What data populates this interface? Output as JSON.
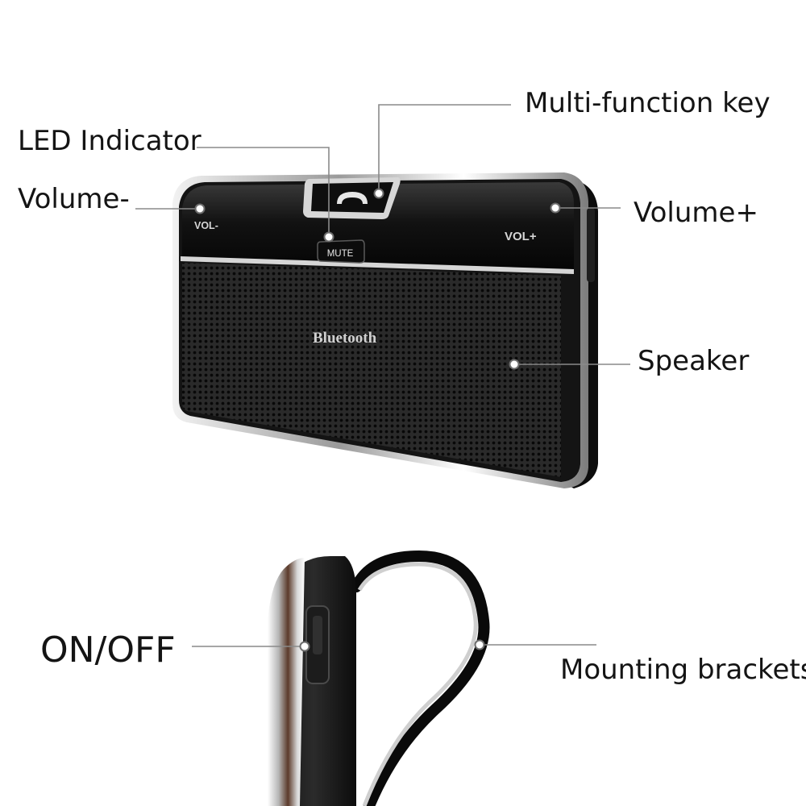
{
  "device": {
    "brand_label": "Bluetooth",
    "button_labels": {
      "vol_down": "VOL-",
      "vol_up": "VOL+",
      "mute": "MUTE"
    }
  },
  "callouts": {
    "multi_function_key": "Multi-function key",
    "led_indicator": "LED Indicator",
    "volume_down": "Volume-",
    "volume_up": "Volume+",
    "speaker": "Speaker",
    "on_off": "ON/OFF",
    "mounting_brackets": "Mounting brackets"
  },
  "colors": {
    "body": "#1a1a1a",
    "chrome": "#d9d9d9",
    "grille": "#232323",
    "leader_line": "#8a8a8a"
  },
  "icons": [
    "phone-handset-icon"
  ]
}
